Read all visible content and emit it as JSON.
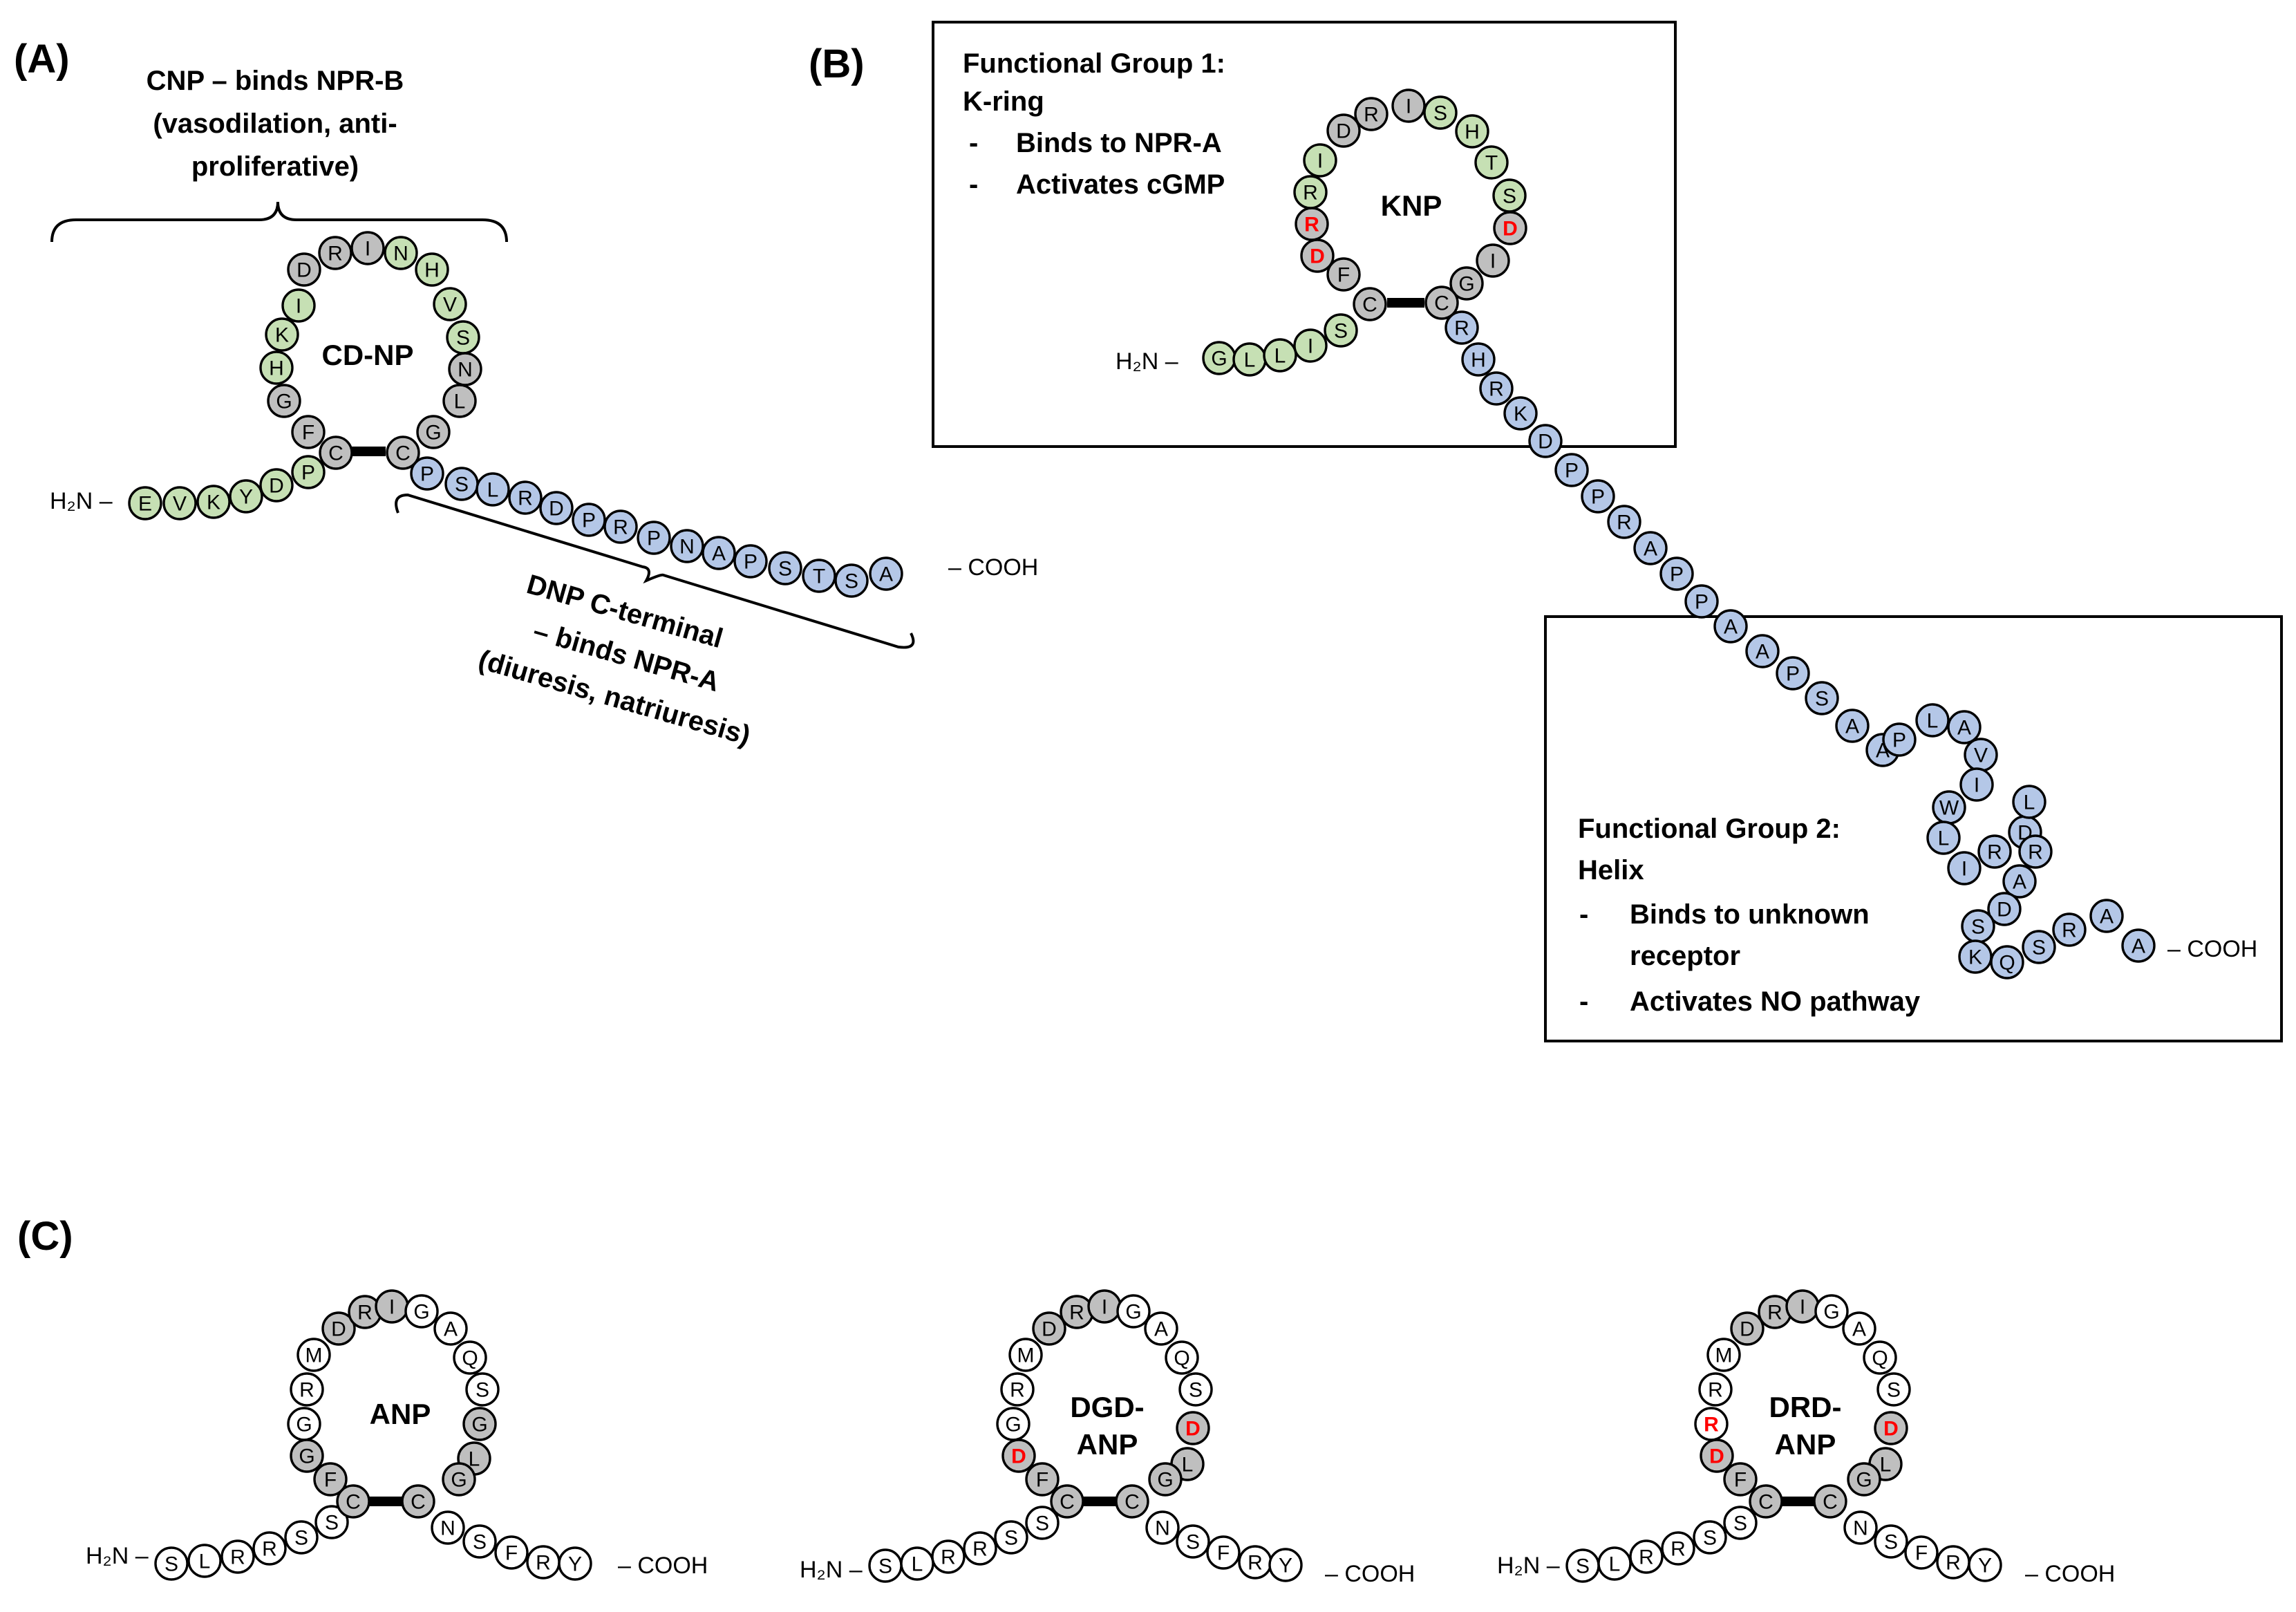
{
  "colors": {
    "green": "#c6e0b4",
    "gray": "#bfbfbf",
    "blue": "#b4c7e7",
    "white": "#ffffff",
    "red": "#ff0000",
    "black": "#000000"
  },
  "panels": {
    "a": "(A)",
    "b": "(B)",
    "c": "(C)"
  },
  "termini": {
    "n": "H₂N –",
    "c": "– COOH"
  },
  "panelA": {
    "ring_name": "CD-NP",
    "cnp_label": [
      "CNP  – binds NPR-B",
      "(vasodilation, anti-",
      "proliferative)"
    ],
    "dnp_label": [
      "DNP C-terminal",
      "– binds NPR-A",
      "(diuresis, natriuresis)"
    ]
  },
  "panelB": {
    "ring_name": "KNP",
    "group1": [
      "Functional Group 1:",
      "K-ring",
      "-",
      "Binds to NPR-A",
      "-",
      "Activates cGMP"
    ],
    "group2": [
      "Functional Group 2:",
      "Helix",
      "-",
      "Binds to unknown",
      "receptor",
      "-",
      "Activates NO pathway"
    ]
  },
  "panelC": {
    "names": [
      [
        "ANP"
      ],
      [
        "DGD-",
        "ANP"
      ],
      [
        "DRD-",
        "ANP"
      ]
    ]
  },
  "residues": {
    "cdnp": [
      {
        "l": "E",
        "c": "green"
      },
      {
        "l": "V",
        "c": "green"
      },
      {
        "l": "K",
        "c": "green"
      },
      {
        "l": "Y",
        "c": "green"
      },
      {
        "l": "D",
        "c": "green"
      },
      {
        "l": "P",
        "c": "green"
      },
      {
        "l": "C",
        "c": "gray"
      },
      {
        "l": "F",
        "c": "gray"
      },
      {
        "l": "G",
        "c": "gray"
      },
      {
        "l": "H",
        "c": "green"
      },
      {
        "l": "K",
        "c": "green"
      },
      {
        "l": "I",
        "c": "green"
      },
      {
        "l": "D",
        "c": "gray"
      },
      {
        "l": "R",
        "c": "gray"
      },
      {
        "l": "I",
        "c": "gray"
      },
      {
        "l": "N",
        "c": "green"
      },
      {
        "l": "H",
        "c": "green"
      },
      {
        "l": "V",
        "c": "green"
      },
      {
        "l": "S",
        "c": "green"
      },
      {
        "l": "N",
        "c": "gray"
      },
      {
        "l": "L",
        "c": "gray"
      },
      {
        "l": "G",
        "c": "gray"
      },
      {
        "l": "C",
        "c": "gray"
      },
      {
        "l": "P",
        "c": "blue"
      },
      {
        "l": "S",
        "c": "blue"
      },
      {
        "l": "L",
        "c": "blue"
      },
      {
        "l": "R",
        "c": "blue"
      },
      {
        "l": "D",
        "c": "blue"
      },
      {
        "l": "P",
        "c": "blue"
      },
      {
        "l": "R",
        "c": "blue"
      },
      {
        "l": "P",
        "c": "blue"
      },
      {
        "l": "N",
        "c": "blue"
      },
      {
        "l": "A",
        "c": "blue"
      },
      {
        "l": "P",
        "c": "blue"
      },
      {
        "l": "S",
        "c": "blue"
      },
      {
        "l": "T",
        "c": "blue"
      },
      {
        "l": "S",
        "c": "blue"
      },
      {
        "l": "A",
        "c": "blue"
      }
    ],
    "knp": [
      {
        "l": "G",
        "c": "green"
      },
      {
        "l": "L",
        "c": "green"
      },
      {
        "l": "L",
        "c": "green"
      },
      {
        "l": "I",
        "c": "green"
      },
      {
        "l": "S",
        "c": "green"
      },
      {
        "l": "C",
        "c": "gray"
      },
      {
        "l": "F",
        "c": "gray"
      },
      {
        "l": "D",
        "c": "gray",
        "red": true
      },
      {
        "l": "R",
        "c": "gray",
        "red": true
      },
      {
        "l": "R",
        "c": "green"
      },
      {
        "l": "I",
        "c": "green"
      },
      {
        "l": "D",
        "c": "gray"
      },
      {
        "l": "R",
        "c": "gray"
      },
      {
        "l": "I",
        "c": "gray"
      },
      {
        "l": "S",
        "c": "green"
      },
      {
        "l": "H",
        "c": "green"
      },
      {
        "l": "T",
        "c": "green"
      },
      {
        "l": "S",
        "c": "green"
      },
      {
        "l": "D",
        "c": "gray",
        "red": true
      },
      {
        "l": "I",
        "c": "gray"
      },
      {
        "l": "G",
        "c": "gray"
      },
      {
        "l": "C",
        "c": "gray"
      },
      {
        "l": "R",
        "c": "blue"
      },
      {
        "l": "H",
        "c": "blue"
      },
      {
        "l": "R",
        "c": "blue"
      },
      {
        "l": "K",
        "c": "blue"
      },
      {
        "l": "D",
        "c": "blue"
      },
      {
        "l": "P",
        "c": "blue"
      },
      {
        "l": "P",
        "c": "blue"
      },
      {
        "l": "R",
        "c": "blue"
      },
      {
        "l": "A",
        "c": "blue"
      },
      {
        "l": "P",
        "c": "blue"
      },
      {
        "l": "P",
        "c": "blue"
      },
      {
        "l": "A",
        "c": "blue"
      },
      {
        "l": "A",
        "c": "blue"
      },
      {
        "l": "P",
        "c": "blue"
      },
      {
        "l": "S",
        "c": "blue"
      },
      {
        "l": "A",
        "c": "blue"
      },
      {
        "l": "A",
        "c": "blue"
      },
      {
        "l": "P",
        "c": "blue"
      },
      {
        "l": "L",
        "c": "blue"
      },
      {
        "l": "A",
        "c": "blue"
      },
      {
        "l": "V",
        "c": "blue"
      },
      {
        "l": "I",
        "c": "blue"
      },
      {
        "l": "W",
        "c": "blue"
      },
      {
        "l": "L",
        "c": "blue"
      },
      {
        "l": "I",
        "c": "blue"
      },
      {
        "l": "R",
        "c": "blue"
      },
      {
        "l": "D",
        "c": "blue"
      },
      {
        "l": "L",
        "c": "blue"
      },
      {
        "l": "R",
        "c": "blue"
      },
      {
        "l": "A",
        "c": "blue"
      },
      {
        "l": "D",
        "c": "blue"
      },
      {
        "l": "S",
        "c": "blue"
      },
      {
        "l": "K",
        "c": "blue"
      },
      {
        "l": "Q",
        "c": "blue"
      },
      {
        "l": "S",
        "c": "blue"
      },
      {
        "l": "R",
        "c": "blue"
      },
      {
        "l": "A",
        "c": "blue"
      },
      {
        "l": "A",
        "c": "blue"
      }
    ],
    "anp": [
      {
        "l": "S",
        "c": "white"
      },
      {
        "l": "L",
        "c": "white"
      },
      {
        "l": "R",
        "c": "white"
      },
      {
        "l": "R",
        "c": "white"
      },
      {
        "l": "S",
        "c": "white"
      },
      {
        "l": "S",
        "c": "white"
      },
      {
        "l": "C",
        "c": "gray"
      },
      {
        "l": "F",
        "c": "gray"
      },
      {
        "l": "G",
        "c": "gray"
      },
      {
        "l": "G",
        "c": "white"
      },
      {
        "l": "R",
        "c": "white"
      },
      {
        "l": "M",
        "c": "white"
      },
      {
        "l": "D",
        "c": "gray"
      },
      {
        "l": "R",
        "c": "gray"
      },
      {
        "l": "I",
        "c": "gray"
      },
      {
        "l": "G",
        "c": "white"
      },
      {
        "l": "A",
        "c": "white"
      },
      {
        "l": "Q",
        "c": "white"
      },
      {
        "l": "S",
        "c": "white"
      },
      {
        "l": "G",
        "c": "gray"
      },
      {
        "l": "L",
        "c": "gray"
      },
      {
        "l": "G",
        "c": "gray"
      },
      {
        "l": "C",
        "c": "gray"
      },
      {
        "l": "N",
        "c": "white"
      },
      {
        "l": "S",
        "c": "white"
      },
      {
        "l": "F",
        "c": "white"
      },
      {
        "l": "R",
        "c": "white"
      },
      {
        "l": "Y",
        "c": "white"
      }
    ],
    "dgd": [
      {
        "l": "S",
        "c": "white"
      },
      {
        "l": "L",
        "c": "white"
      },
      {
        "l": "R",
        "c": "white"
      },
      {
        "l": "R",
        "c": "white"
      },
      {
        "l": "S",
        "c": "white"
      },
      {
        "l": "S",
        "c": "white"
      },
      {
        "l": "C",
        "c": "gray"
      },
      {
        "l": "F",
        "c": "gray"
      },
      {
        "l": "D",
        "c": "gray",
        "red": true
      },
      {
        "l": "G",
        "c": "white"
      },
      {
        "l": "R",
        "c": "white"
      },
      {
        "l": "M",
        "c": "white"
      },
      {
        "l": "D",
        "c": "gray"
      },
      {
        "l": "R",
        "c": "gray"
      },
      {
        "l": "I",
        "c": "gray"
      },
      {
        "l": "G",
        "c": "white"
      },
      {
        "l": "A",
        "c": "white"
      },
      {
        "l": "Q",
        "c": "white"
      },
      {
        "l": "S",
        "c": "white"
      },
      {
        "l": "D",
        "c": "gray",
        "red": true
      },
      {
        "l": "L",
        "c": "gray"
      },
      {
        "l": "G",
        "c": "gray"
      },
      {
        "l": "C",
        "c": "gray"
      },
      {
        "l": "N",
        "c": "white"
      },
      {
        "l": "S",
        "c": "white"
      },
      {
        "l": "F",
        "c": "white"
      },
      {
        "l": "R",
        "c": "white"
      },
      {
        "l": "Y",
        "c": "white"
      }
    ],
    "drd": [
      {
        "l": "S",
        "c": "white"
      },
      {
        "l": "L",
        "c": "white"
      },
      {
        "l": "R",
        "c": "white"
      },
      {
        "l": "R",
        "c": "white"
      },
      {
        "l": "S",
        "c": "white"
      },
      {
        "l": "S",
        "c": "white"
      },
      {
        "l": "C",
        "c": "gray"
      },
      {
        "l": "F",
        "c": "gray"
      },
      {
        "l": "D",
        "c": "gray",
        "red": true
      },
      {
        "l": "R",
        "c": "white",
        "red": true
      },
      {
        "l": "R",
        "c": "white"
      },
      {
        "l": "M",
        "c": "white"
      },
      {
        "l": "D",
        "c": "gray"
      },
      {
        "l": "R",
        "c": "gray"
      },
      {
        "l": "I",
        "c": "gray"
      },
      {
        "l": "G",
        "c": "white"
      },
      {
        "l": "A",
        "c": "white"
      },
      {
        "l": "Q",
        "c": "white"
      },
      {
        "l": "S",
        "c": "white"
      },
      {
        "l": "D",
        "c": "gray",
        "red": true
      },
      {
        "l": "L",
        "c": "gray"
      },
      {
        "l": "G",
        "c": "gray"
      },
      {
        "l": "C",
        "c": "gray"
      },
      {
        "l": "N",
        "c": "white"
      },
      {
        "l": "S",
        "c": "white"
      },
      {
        "l": "F",
        "c": "white"
      },
      {
        "l": "R",
        "c": "white"
      },
      {
        "l": "Y",
        "c": "white"
      }
    ]
  }
}
